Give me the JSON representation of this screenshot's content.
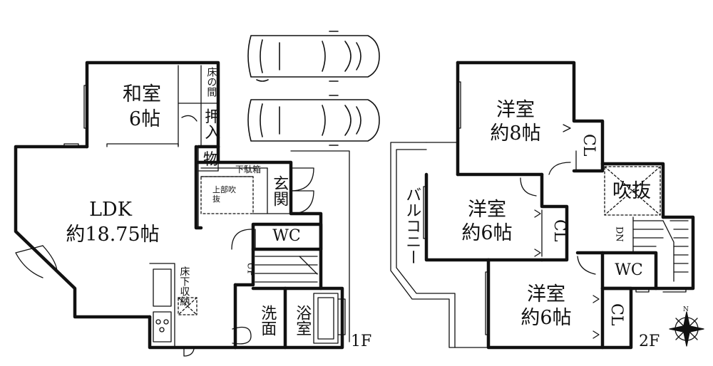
{
  "floor1": {
    "label": "1F",
    "washitsu": {
      "name": "和室",
      "size": "6帖"
    },
    "tokonoma": "床の間",
    "oshiire": "押入",
    "mono": "物",
    "ldk": {
      "name": "LDK",
      "size": "約18.75帖"
    },
    "shoes": "下駄箱",
    "fukinuke_above": "上部吹抜",
    "genkan": "玄関",
    "wc": "WC",
    "up": "UP",
    "underfloor": "床下収納",
    "senmen": "洗面",
    "yokushitsu": "浴室"
  },
  "floor2": {
    "label": "2F",
    "room8": {
      "name": "洋室",
      "size": "約8帖"
    },
    "room6a": {
      "name": "洋室",
      "size": "約6帖"
    },
    "room6b": {
      "name": "洋室",
      "size": "約6帖"
    },
    "cl": "CL",
    "fukinuke": "吹抜",
    "balcony": "バルコニー",
    "dn": "DN",
    "wc": "WC"
  },
  "compass": "N"
}
